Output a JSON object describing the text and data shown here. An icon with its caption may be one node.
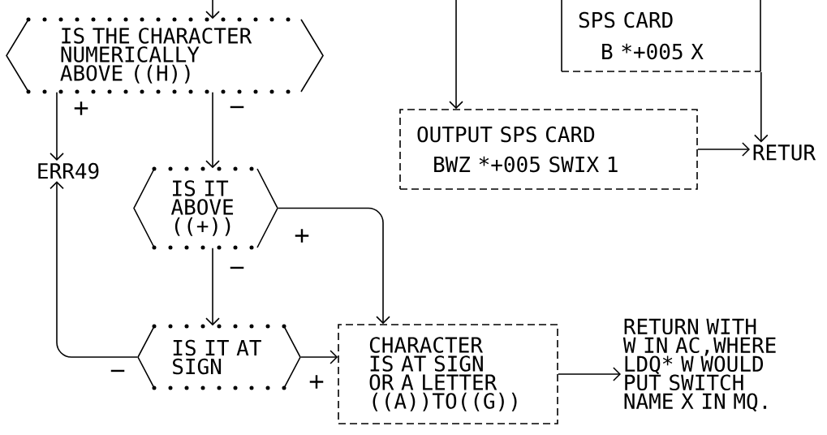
{
  "diagram": {
    "nodes": [
      {
        "text": [
          "IS THE CHARACTER NUMERICALLY ABOVE ((H))"
        ]
      },
      {
        "text": [
          "ERR49"
        ]
      },
      {
        "text": [
          "IS IT ABOVE ((+))"
        ]
      },
      {
        "text": [
          "IS IT AT SIGN"
        ]
      },
      {
        "text": [
          "CHARACTER IS AT SIGN OR A LETTER ((A))TO((G))"
        ]
      },
      {
        "text": [
          "RETURN WITH W IN AC,WHERE LDQ* W WOULD PUT SWITCH NAME X IN MQ."
        ]
      },
      {
        "text": [
          "SPS CARD",
          "B *+005 X"
        ]
      },
      {
        "text": [
          "OUTPUT SPS CARD",
          "BWZ *+005 SWIX 1"
        ]
      },
      {
        "text": [
          "RETUR"
        ]
      }
    ],
    "edges": [
      {
        "from": null,
        "to": 0,
        "arrow": "to"
      },
      {
        "from": 0,
        "to": 1,
        "arrow": "to",
        "label": "+"
      },
      {
        "from": 0,
        "to": 2,
        "arrow": "to",
        "label": "−"
      },
      {
        "from": 2,
        "to": 4,
        "arrow": "to",
        "label": "+"
      },
      {
        "from": 2,
        "to": 3,
        "arrow": "to",
        "label": "−"
      },
      {
        "from": 3,
        "to": 1,
        "arrow": "to",
        "label": "−"
      },
      {
        "from": 3,
        "to": 4,
        "arrow": "to",
        "label": "+"
      },
      {
        "from": 4,
        "to": 5,
        "arrow": "to"
      },
      {
        "from": null,
        "to": 7,
        "arrow": "to"
      },
      {
        "from": 7,
        "to": 8,
        "arrow": "to"
      },
      {
        "from": 6,
        "to": 8,
        "arrow": "to"
      }
    ]
  }
}
